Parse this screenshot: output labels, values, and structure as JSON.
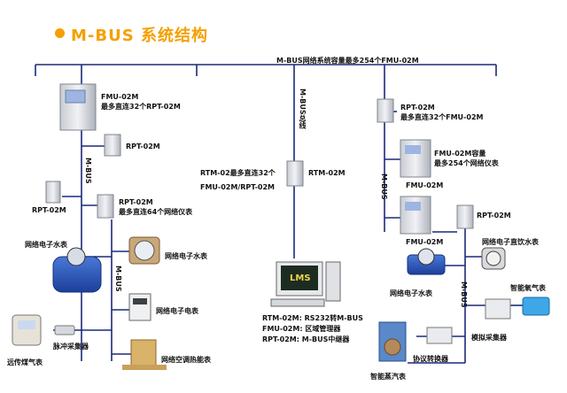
{
  "header": {
    "title": "M-BUS 系统结构",
    "accent_color": "#f5a000"
  },
  "bus": {
    "top_label": "M-BUS网络系统容量最多254个FMU-02M",
    "main_bus_label": "M-BUS总线",
    "left_bus_label_1": "M-BUS",
    "left_bus_label_2": "M-BUS",
    "right_bus_label_1": "M-BUS",
    "right_bus_label_2": "M-BUS",
    "line_color": "#1a2a7a"
  },
  "left": {
    "fmu_label_1": "FMU-02M",
    "fmu_label_2": "最多直连32个RPT-02M",
    "rpt_top_label": "RPT-02M",
    "rpt_side_label": "RPT-02M",
    "rpt_mid_label_1": "RPT-02M",
    "rpt_mid_label_2": "最多直连64个网络仪表",
    "water_meter_label_1": "网络电子水表",
    "water_meter_label_2": "网络电子水表",
    "electric_meter_label": "网络电子电表",
    "pulse_collector_label": "脉冲采集器",
    "gas_meter_label": "远传煤气表",
    "ac_heat_meter_label": "网络空调热能表"
  },
  "center": {
    "rtm_note_1": "RTM-02最多直连32个",
    "rtm_note_2": "FMU-02M/RPT-02M",
    "rtm_label": "RTM-02M",
    "lms_label": "LMS",
    "legend": [
      "RTM-02M: RS232转M-BUS",
      "FMU-02M: 区域管理器",
      "RPT-02M: M-BUS中继器"
    ]
  },
  "right": {
    "rpt_label_1": "RPT-02M",
    "rpt_label_2": "最多直连32个FMU-02M",
    "fmu_cap_label_1": "FMU-02M容量",
    "fmu_cap_label_2": "最多254个网络仪表",
    "fmu_label_a": "FMU-02M",
    "fmu_label_b": "FMU-02M",
    "rpt_small_label": "RPT-02M",
    "drinking_meter_label": "网络电子直饮水表",
    "water_meter_label": "网络电子水表",
    "oxygen_meter_label": "智能氧气表",
    "analog_collector_label": "模拟采集器",
    "protocol_converter_label": "协议转换器",
    "steam_meter_label": "智能蒸汽表"
  }
}
